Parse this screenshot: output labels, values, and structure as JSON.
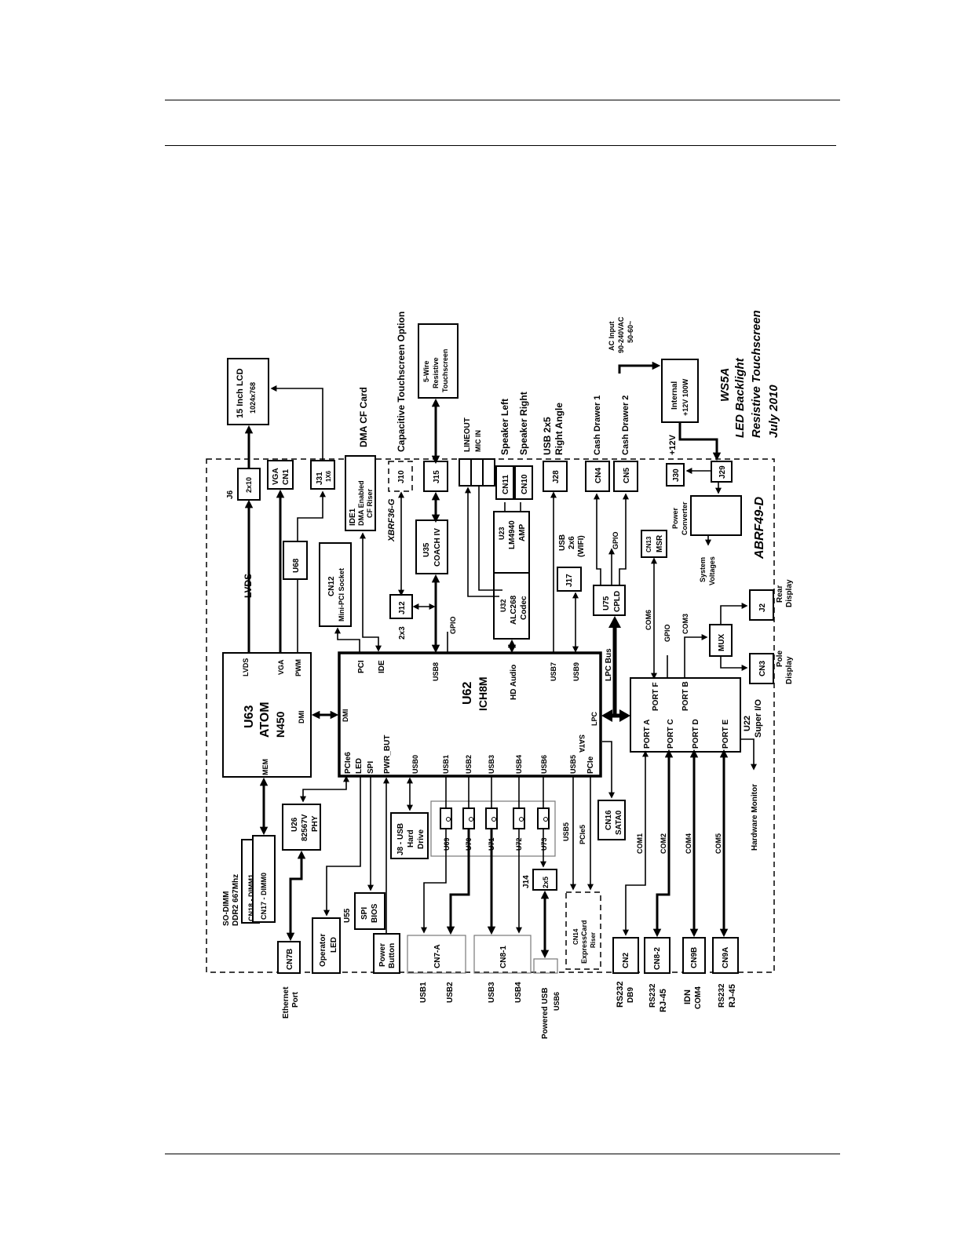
{
  "labels": {
    "lcd": "15 Inch LCD",
    "lcd_res": "1024x768",
    "dma_cf_card": "DMA CF Card",
    "cap_touch": "Capacitive Touchscreen Option",
    "five_wire1": "5-Wire",
    "five_wire2": "Resistive",
    "five_wire3": "Touchscreen",
    "lineout": "LINEOUT",
    "micin": "MIC IN",
    "spk_left": "Speaker Left",
    "spk_right": "Speaker Right",
    "usb2x5": "USB 2x5",
    "right_angle": "Right Angle",
    "cash1": "Cash Drawer 1",
    "cash2": "Cash Drawer 2",
    "p12v": "+12V",
    "internal1": "Internal",
    "internal2": "+12V 100W",
    "ac1": "AC Input",
    "ac2": "90-240VAC",
    "ac3": "50-60~",
    "ws5a": "WS5A",
    "led_backlight": "LED Backlight",
    "res_touch": "Resistive Touchscreen",
    "date": "July 2010",
    "j6": "J6",
    "j6_2x10": "2x10",
    "vga": "VGA",
    "cn1": "CN1",
    "j31": "J31",
    "j31_1x6": "1X6",
    "ide1": "IDE1",
    "dma_en": "DMA Enabled",
    "cf_riser": "CF Riser",
    "j10": "J10",
    "j15": "J15",
    "cn11": "CN11",
    "cn10": "CN10",
    "j28": "J28",
    "cn4": "CN4",
    "cn5": "CN5",
    "j30": "J30",
    "j29": "J29",
    "lvds": "LVDS",
    "u68": "U68",
    "cn12": "CN12",
    "minipci": "Mini-PCI Socket",
    "xbrf": "XBRF36-G",
    "u35": "U35",
    "coach": "COACH IV",
    "u23": "U23",
    "lm4940": "LM4940",
    "amp": "AMP",
    "usb2x6_1": "USB",
    "usb2x6_2": "2x6",
    "usb2x6_3": "(WIFI)",
    "gpio": "GPIO",
    "cn13": "CN13",
    "msr": "MSR",
    "power_conv1": "Power",
    "power_conv2": "Converter",
    "sys_volt1": "System",
    "sys_volt2": "Voltages",
    "abrf": "ABRF49-D",
    "j12": "J12",
    "x2x3": "2x3",
    "u32": "U32",
    "alc268": "ALC268",
    "codec": "Codec",
    "j17": "J17",
    "u75": "U75",
    "cpld": "CPLD",
    "com6": "COM6",
    "com3": "COM3",
    "mux": "MUX",
    "j2": "J2",
    "rear1": "Rear",
    "rear2": "Display",
    "cn3": "CN3",
    "pole1": "Pole",
    "pole2": "Display",
    "u63_lvds": "LVDS",
    "u63_vga": "VGA",
    "u63_pwm": "PWM",
    "u63_dmi": "DMI",
    "u63_mem": "MEM",
    "u63": "U63",
    "atom": "ATOM",
    "n450": "N450",
    "u62_pci": "PCI",
    "u62_ide": "IDE",
    "u62_usb8": "USB8",
    "u62_hda": "HD Audio",
    "u62_usb7": "USB7",
    "u62_usb9": "USB9",
    "lpc_bus": "LPC Bus",
    "u62_dmi": "DMI",
    "u62": "U62",
    "ich8m": "ICH8M",
    "u62_lpc": "LPC",
    "u62_sata": "SATA",
    "u62_pcie6": "PCIe6",
    "u62_led": "LED",
    "u62_spi": "SPI",
    "u62_pwr": "PWR_BUT",
    "u62_usb0": "USB0",
    "u62_usb1": "USB1",
    "u62_usb2": "USB2",
    "u62_usb3": "USB3",
    "u62_usb4": "USB4",
    "u62_usb6": "USB6",
    "u62_usb5": "USB5",
    "u62_pcie": "PCIe",
    "porta": "PORT A",
    "portf": "PORT F",
    "portc": "PORT C",
    "portb": "PORT B",
    "portd": "PORT D",
    "porte": "PORT E",
    "u22": "U22",
    "superio": "Super I/O",
    "hwmon": "Hardware Monitor",
    "sodimm1": "SO-DIMM",
    "sodimm2": "DDR2 667Mhz",
    "cn18": "CN18 - DIMM1",
    "cn17": "CN17 - DIMM0",
    "u26": "U26",
    "phy82567": "82567V",
    "phy": "PHY",
    "j8_1": "J8 - USB",
    "j8_2": "Hard",
    "j8_3": "Drive",
    "u69": "U69",
    "u70": "U70",
    "u71": "U71",
    "u72": "U72",
    "u73": "U73",
    "usb5": "USB5",
    "pcie5": "PCIe5",
    "cn16": "CN16",
    "sata0": "SATA0",
    "com1": "COM1",
    "com2": "COM2",
    "com4": "COM4",
    "com5": "COM5",
    "u55": "U55",
    "spi": "SPI",
    "bios": "BIOS",
    "j14": "J14",
    "j14_2x5": "2x5",
    "cn14": "CN14",
    "expresscard": "ExpressCard",
    "riser": "Riser",
    "cn7b": "CN7B",
    "operator1": "Operator",
    "operator2": "LED",
    "power_btn1": "Power",
    "power_btn2": "Button",
    "cn7a": "CN7-A",
    "cn81": "CN8-1",
    "cn2": "CN2",
    "cn82": "CN8-2",
    "cn9b": "CN9B",
    "cn9a": "CN9A",
    "ethernet1": "Ethernet",
    "ethernet2": "Port",
    "b_usb1": "USB1",
    "b_usb2": "USB2",
    "b_usb3": "USB3",
    "b_usb4": "USB4",
    "powered_usb": "Powered USB",
    "b_usb6": "USB6",
    "rs232_1": "RS232",
    "db9": "DB9",
    "rs232_2": "RS232",
    "rj45_1": "RJ-45",
    "idn": "IDN",
    "com4b": "COM4",
    "rs232_3": "RS232",
    "rj45_2": "RJ-45"
  }
}
